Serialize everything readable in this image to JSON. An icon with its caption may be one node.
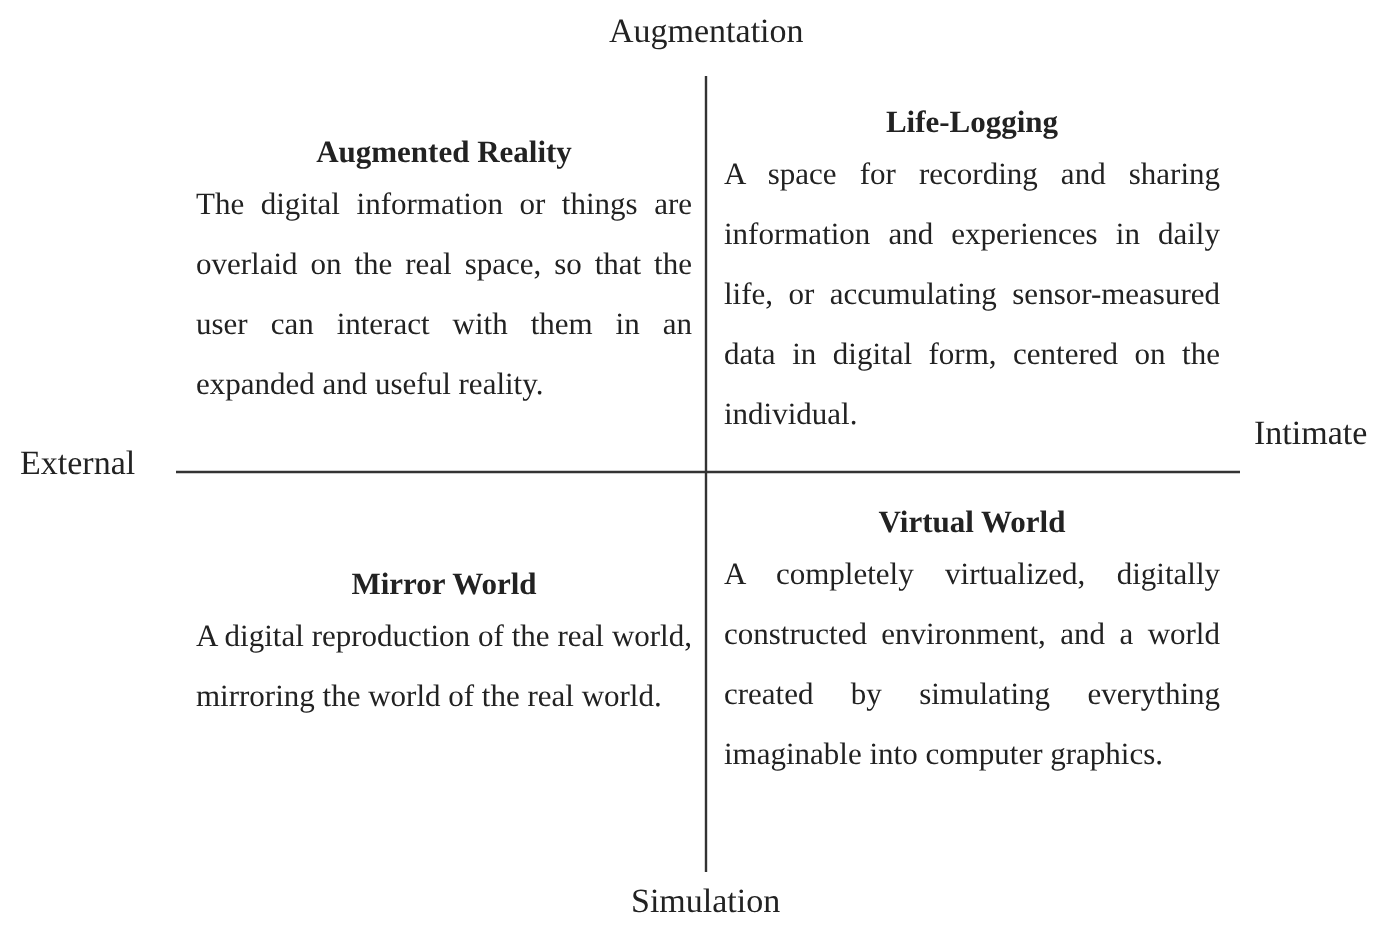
{
  "diagram": {
    "nodes": [
      {
        "text": [
          "Augmented Reality",
          "The digital information or things are overlaid on the real space, so that the user can interact with them in an expanded and useful reality."
        ]
      },
      {
        "text": [
          "Life-Logging",
          "A space for recording and sharing information and experiences in daily life, or accumulating sensor-measured data in digital form, centered on the individual."
        ]
      },
      {
        "text": [
          "Mirror World",
          "A digital reproduction of the real world, mirroring the world of the real world."
        ]
      },
      {
        "text": [
          "Virtual World",
          "A completely virtualized, digitally constructed environment, and a world created by simulating everything imaginable into computer graphics."
        ]
      }
    ],
    "edges": [],
    "labels": [
      "Augmentation",
      "External",
      "Intimate",
      "Simulation"
    ]
  }
}
